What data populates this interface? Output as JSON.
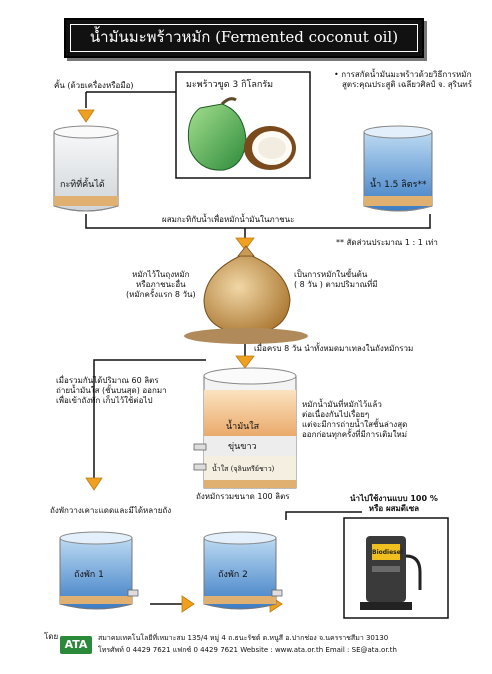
{
  "title": "น้ำมันมะพร้าวหมัก (Fermented coconut oil)",
  "note": {
    "bullet": "•",
    "line1": "การสกัดน้ำมันมะพร้าวด้วยวิธีการหมัก",
    "line2": "สูตร:คุณประสูติ  เฉลียวศิลป์  จ. สุรินทร์"
  },
  "squeeze_label": "คั้น (ด้วยเครื่องหรือมือ)",
  "coconut_label": "มะพร้าวขูด   3 กิโลกรัม",
  "milk_label": "กะทิที่คั้นได้",
  "water_label": "น้ำ 1.5 ลิตร",
  "water_asterisk": "**",
  "mix_label": "ผสมกะทิกับน้ำเพื่อหมักน้ำมันในภาชนะ",
  "ratio_note": "** สัดส่วนประมาณ 1 : 1 เท่า",
  "sack_left": [
    "หมักไว้ในถุงหมัก",
    "หรือภาชนะอื่น",
    "(หมักครั้งแรก 8 วัน)"
  ],
  "sack_right": [
    "เป็นการหมักในขั้นต้น",
    "( 8 วัน ) ตามปริมาณที่มี"
  ],
  "after8": "เมื่อครบ 8 วัน นำทั้งหมดมาเทลงในถังหมักรวม",
  "collect_note": [
    "เมื่อรวมกันได้ปริมาณ 60 ลิตร",
    "ถ่ายน้ำมันใส (ชั้นบนสุด) ออกมา",
    "เพื่อเข้าถังพัก เก็บไว้ใช้ต่อไป"
  ],
  "ferment_note": [
    "หมักน้ำมันที่หมักไว้แล้ว",
    "ต่อเนื่องกันไปเรื่อยๆ",
    "แต่จะมีการถ่ายน้ำใสชั้นล่างสุด",
    "ออกก่อนทุกครั้งที่มีการเติมใหม่"
  ],
  "layer_oil": "น้ำมันใส",
  "layer_curd": "ขุ่นขาว",
  "layer_water": "น้ำใส (จุลินทรีย์ชาว)",
  "tank_label": "ถังหมักรวมขนาด 100 ลิตร",
  "rest_note": "ถังพักวางเคาะแดดและมีได้หลายถัง",
  "tank1_label": "ถังพัก 1",
  "tank2_label": "ถังพัก 2",
  "use_label": [
    "นำไปใช้งานแบบ  100 %",
    "หรือ ผสมดีเซล"
  ],
  "pump_brand": "Biodiesel",
  "footer": {
    "by": "โดย",
    "logo": "ATA",
    "line1": "สมาคมเทคโนโลยีที่เหมาะสม   135/4 หมู่ 4 ถ.ธนะรัชต์ ต.หนูสี อ.ปากช่อง จ.นครราชสีมา 30130",
    "line2": "โทรศัพท์  0 4429 7621   แฟกซ์ 0 4429 7621        Website : www.ata.or.th        Email : SE@ata.or.th"
  },
  "colors": {
    "arrow": "#f0a020",
    "water": "#5a9ad6",
    "milk": "#e9ecef",
    "oil": "#f4c890",
    "title_bg": "#111111"
  }
}
